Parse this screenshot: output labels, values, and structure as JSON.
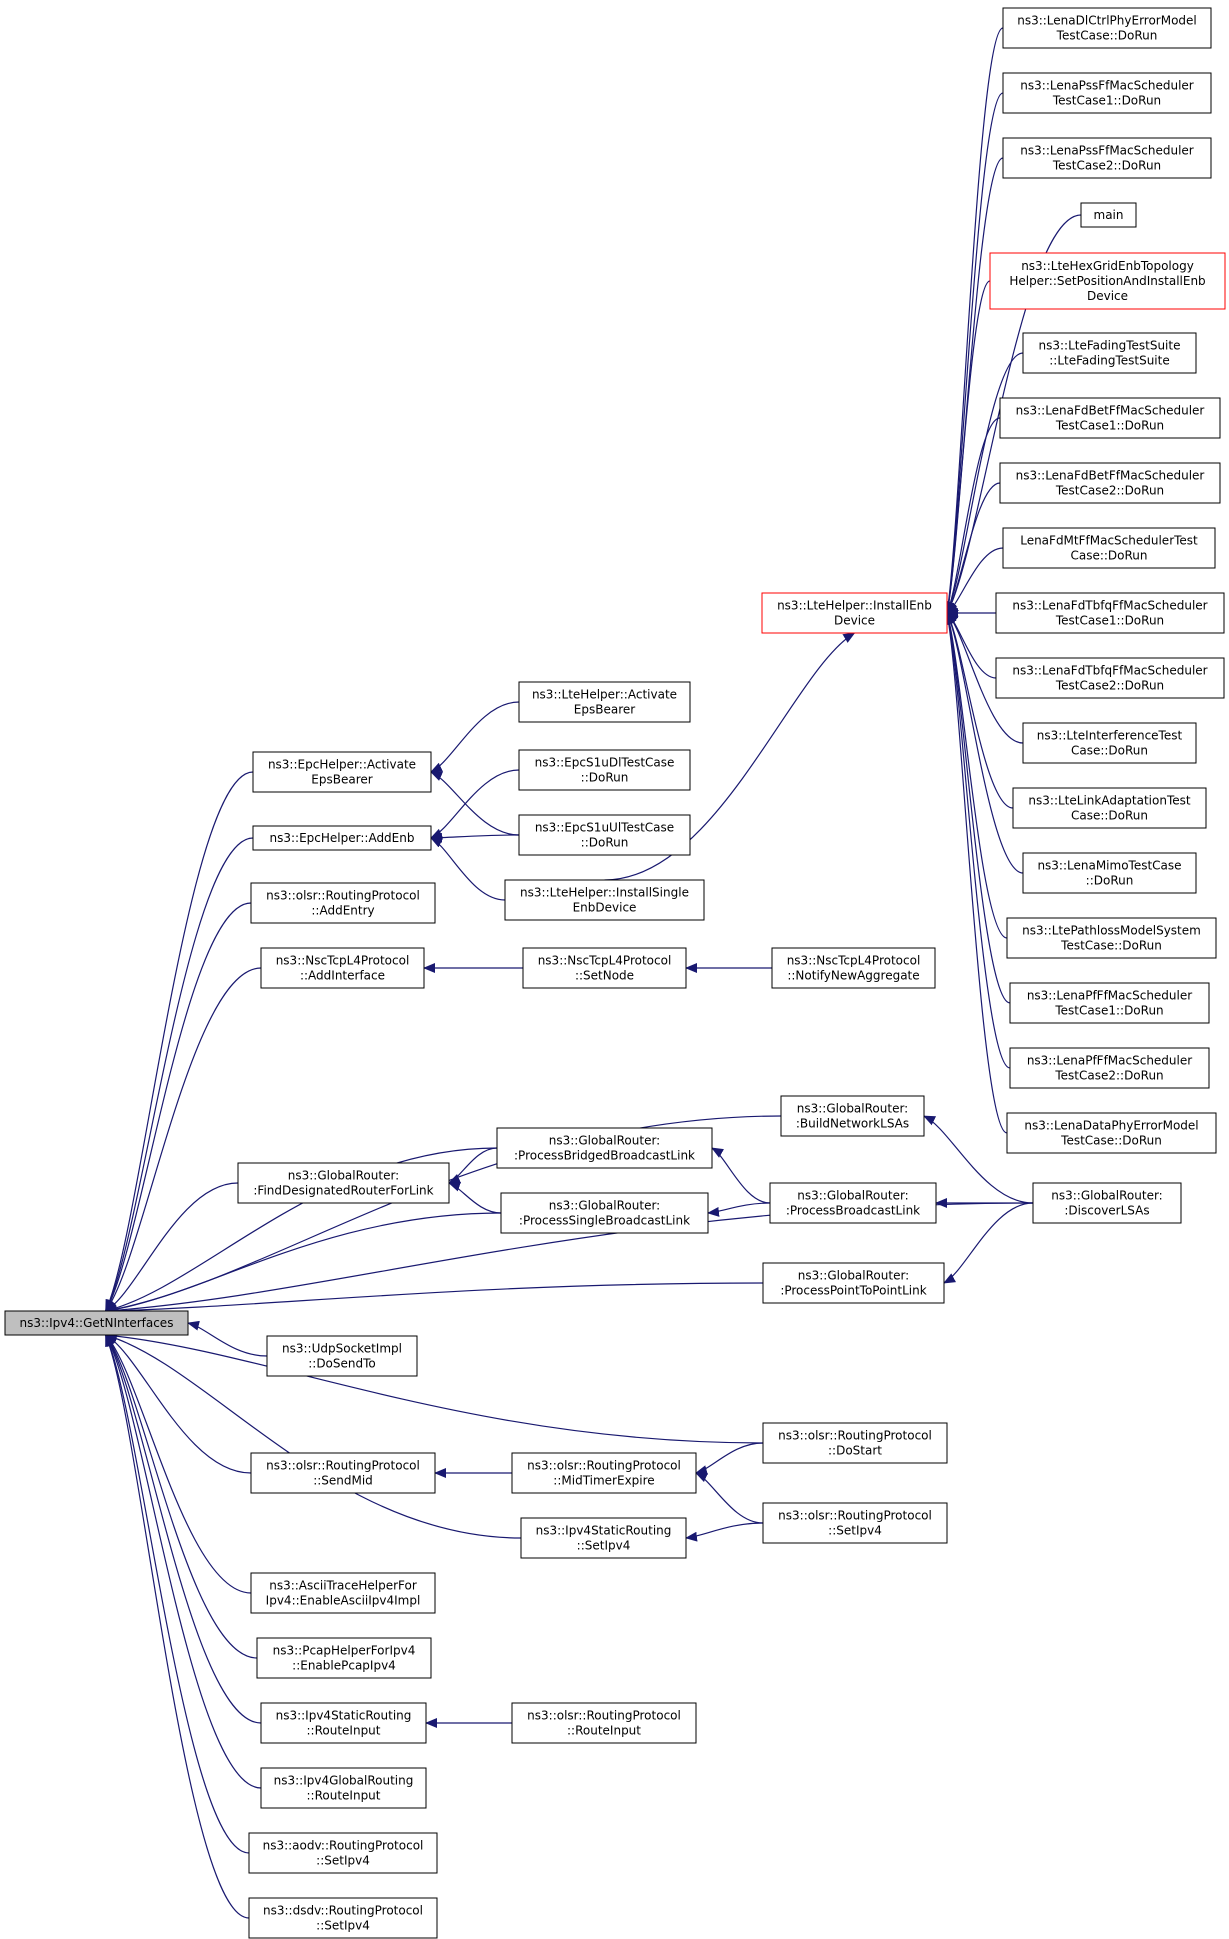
{
  "graph": {
    "colors": {
      "edge": "#191970",
      "node_border": "#000000",
      "node_border_highlight": "#ff0000",
      "root_fill": "#bfbfbf",
      "node_fill": "#ffffff"
    },
    "root": {
      "id": "root",
      "lines": [
        "ns3::Ipv4::GetNInterfaces"
      ]
    },
    "nodes": [
      {
        "id": "n1",
        "lines": [
          "ns3::LenaDlCtrlPhyErrorModel",
          "TestCase::DoRun"
        ]
      },
      {
        "id": "n2",
        "lines": [
          "ns3::LenaPssFfMacScheduler",
          "TestCase1::DoRun"
        ]
      },
      {
        "id": "n3",
        "lines": [
          "ns3::LenaPssFfMacScheduler",
          "TestCase2::DoRun"
        ]
      },
      {
        "id": "n4",
        "lines": [
          "main"
        ]
      },
      {
        "id": "n5",
        "lines": [
          "ns3::LteHexGridEnbTopology",
          "Helper::SetPositionAndInstallEnb",
          "Device"
        ],
        "highlight": true
      },
      {
        "id": "n6",
        "lines": [
          "ns3::LteFadingTestSuite",
          "::LteFadingTestSuite"
        ]
      },
      {
        "id": "n7",
        "lines": [
          "ns3::LenaFdBetFfMacScheduler",
          "TestCase1::DoRun"
        ]
      },
      {
        "id": "n8",
        "lines": [
          "ns3::LenaFdBetFfMacScheduler",
          "TestCase2::DoRun"
        ]
      },
      {
        "id": "n9",
        "lines": [
          "LenaFdMtFfMacSchedulerTest",
          "Case::DoRun"
        ]
      },
      {
        "id": "n10",
        "lines": [
          "ns3::LenaFdTbfqFfMacScheduler",
          "TestCase1::DoRun"
        ]
      },
      {
        "id": "n11",
        "lines": [
          "ns3::LenaFdTbfqFfMacScheduler",
          "TestCase2::DoRun"
        ]
      },
      {
        "id": "n12",
        "lines": [
          "ns3::LteInterferenceTest",
          "Case::DoRun"
        ]
      },
      {
        "id": "n13",
        "lines": [
          "ns3::LteLinkAdaptationTest",
          "Case::DoRun"
        ]
      },
      {
        "id": "n14",
        "lines": [
          "ns3::LenaMimoTestCase",
          "::DoRun"
        ]
      },
      {
        "id": "n15",
        "lines": [
          "ns3::LtePathlossModelSystem",
          "TestCase::DoRun"
        ]
      },
      {
        "id": "n16",
        "lines": [
          "ns3::LenaPfFfMacScheduler",
          "TestCase1::DoRun"
        ]
      },
      {
        "id": "n17",
        "lines": [
          "ns3::LenaPfFfMacScheduler",
          "TestCase2::DoRun"
        ]
      },
      {
        "id": "n18",
        "lines": [
          "ns3::LenaDataPhyErrorModel",
          "TestCase::DoRun"
        ]
      },
      {
        "id": "lteInstallEnb",
        "lines": [
          "ns3::LteHelper::InstallEnb",
          "Device"
        ],
        "highlight": true
      },
      {
        "id": "lteActivate",
        "lines": [
          "ns3::LteHelper::Activate",
          "EpsBearer"
        ]
      },
      {
        "id": "epcActivate",
        "lines": [
          "ns3::EpcHelper::Activate",
          "EpsBearer"
        ]
      },
      {
        "id": "epcDl",
        "lines": [
          "ns3::EpcS1uDlTestCase",
          "::DoRun"
        ]
      },
      {
        "id": "epcUl",
        "lines": [
          "ns3::EpcS1uUlTestCase",
          "::DoRun"
        ]
      },
      {
        "id": "epcAddEnb",
        "lines": [
          "ns3::EpcHelper::AddEnb"
        ]
      },
      {
        "id": "lteInstallSingle",
        "lines": [
          "ns3::LteHelper::InstallSingle",
          "EnbDevice"
        ]
      },
      {
        "id": "olsrAddEntry",
        "lines": [
          "ns3::olsr::RoutingProtocol",
          "::AddEntry"
        ]
      },
      {
        "id": "nscAddIf",
        "lines": [
          "ns3::NscTcpL4Protocol",
          "::AddInterface"
        ]
      },
      {
        "id": "nscSetNode",
        "lines": [
          "ns3::NscTcpL4Protocol",
          "::SetNode"
        ]
      },
      {
        "id": "nscNotify",
        "lines": [
          "ns3::NscTcpL4Protocol",
          "::NotifyNewAggregate"
        ]
      },
      {
        "id": "grBuildNet",
        "lines": [
          "ns3::GlobalRouter:",
          ":BuildNetworkLSAs"
        ]
      },
      {
        "id": "grBridged",
        "lines": [
          "ns3::GlobalRouter:",
          ":ProcessBridgedBroadcastLink"
        ]
      },
      {
        "id": "grFindDR",
        "lines": [
          "ns3::GlobalRouter:",
          ":FindDesignatedRouterForLink"
        ]
      },
      {
        "id": "grSingle",
        "lines": [
          "ns3::GlobalRouter:",
          ":ProcessSingleBroadcastLink"
        ]
      },
      {
        "id": "grBcast",
        "lines": [
          "ns3::GlobalRouter:",
          ":ProcessBroadcastLink"
        ]
      },
      {
        "id": "grDiscover",
        "lines": [
          "ns3::GlobalRouter:",
          ":DiscoverLSAs"
        ]
      },
      {
        "id": "grP2P",
        "lines": [
          "ns3::GlobalRouter:",
          ":ProcessPointToPointLink"
        ]
      },
      {
        "id": "udpSend",
        "lines": [
          "ns3::UdpSocketImpl",
          "::DoSendTo"
        ]
      },
      {
        "id": "olsrDoStart",
        "lines": [
          "ns3::olsr::RoutingProtocol",
          "::DoStart"
        ]
      },
      {
        "id": "olsrSendMid",
        "lines": [
          "ns3::olsr::RoutingProtocol",
          "::SendMid"
        ]
      },
      {
        "id": "olsrMidTimer",
        "lines": [
          "ns3::olsr::RoutingProtocol",
          "::MidTimerExpire"
        ]
      },
      {
        "id": "ipv4StaticSet",
        "lines": [
          "ns3::Ipv4StaticRouting",
          "::SetIpv4"
        ]
      },
      {
        "id": "olsrSetIpv4",
        "lines": [
          "ns3::olsr::RoutingProtocol",
          "::SetIpv4"
        ]
      },
      {
        "id": "asciiTrace",
        "lines": [
          "ns3::AsciiTraceHelperFor",
          "Ipv4::EnableAsciiIpv4Impl"
        ]
      },
      {
        "id": "pcapHelper",
        "lines": [
          "ns3::PcapHelperForIpv4",
          "::EnablePcapIpv4"
        ]
      },
      {
        "id": "ipv4StaticRoute",
        "lines": [
          "ns3::Ipv4StaticRouting",
          "::RouteInput"
        ]
      },
      {
        "id": "olsrRoute",
        "lines": [
          "ns3::olsr::RoutingProtocol",
          "::RouteInput"
        ]
      },
      {
        "id": "ipv4GlobalRoute",
        "lines": [
          "ns3::Ipv4GlobalRouting",
          "::RouteInput"
        ]
      },
      {
        "id": "aodvSet",
        "lines": [
          "ns3::aodv::RoutingProtocol",
          "::SetIpv4"
        ]
      },
      {
        "id": "dsdvSet",
        "lines": [
          "ns3::dsdv::RoutingProtocol",
          "::SetIpv4"
        ]
      }
    ],
    "edges": [
      [
        "n1",
        "lteInstallEnb"
      ],
      [
        "n2",
        "lteInstallEnb"
      ],
      [
        "n3",
        "lteInstallEnb"
      ],
      [
        "n4",
        "lteInstallEnb"
      ],
      [
        "n5",
        "lteInstallEnb"
      ],
      [
        "n6",
        "lteInstallEnb"
      ],
      [
        "n7",
        "lteInstallEnb"
      ],
      [
        "n8",
        "lteInstallEnb"
      ],
      [
        "n9",
        "lteInstallEnb"
      ],
      [
        "n10",
        "lteInstallEnb"
      ],
      [
        "n11",
        "lteInstallEnb"
      ],
      [
        "n12",
        "lteInstallEnb"
      ],
      [
        "n13",
        "lteInstallEnb"
      ],
      [
        "n14",
        "lteInstallEnb"
      ],
      [
        "n15",
        "lteInstallEnb"
      ],
      [
        "n16",
        "lteInstallEnb"
      ],
      [
        "n17",
        "lteInstallEnb"
      ],
      [
        "n18",
        "lteInstallEnb"
      ],
      [
        "lteInstallSingle",
        "lteInstallEnb"
      ],
      [
        "lteActivate",
        "epcActivate"
      ],
      [
        "epcUl",
        "epcActivate"
      ],
      [
        "epcDl",
        "epcAddEnb"
      ],
      [
        "epcUl",
        "epcAddEnb"
      ],
      [
        "lteInstallSingle",
        "epcAddEnb"
      ],
      [
        "nscSetNode",
        "nscAddIf"
      ],
      [
        "nscNotify",
        "nscSetNode"
      ],
      [
        "grBcast",
        "grBridged"
      ],
      [
        "grDiscover",
        "grBcast"
      ],
      [
        "grBcast",
        "grSingle"
      ],
      [
        "grBridged",
        "grFindDR"
      ],
      [
        "grSingle",
        "grFindDR"
      ],
      [
        "grDiscover",
        "grBuildNet"
      ],
      [
        "grDiscover",
        "grP2P"
      ],
      [
        "olsrMidTimer",
        "olsrSendMid"
      ],
      [
        "olsrDoStart",
        "olsrMidTimer"
      ],
      [
        "olsrSetIpv4",
        "olsrMidTimer"
      ],
      [
        "olsrSetIpv4",
        "ipv4StaticSet"
      ],
      [
        "olsrRoute",
        "ipv4StaticRoute"
      ],
      [
        "epcActivate",
        "root"
      ],
      [
        "epcAddEnb",
        "root"
      ],
      [
        "olsrAddEntry",
        "root"
      ],
      [
        "nscAddIf",
        "root"
      ],
      [
        "grDiscover",
        "root"
      ],
      [
        "grBuildNet",
        "root"
      ],
      [
        "grBridged",
        "root"
      ],
      [
        "grFindDR",
        "root"
      ],
      [
        "grSingle",
        "root"
      ],
      [
        "grP2P",
        "root"
      ],
      [
        "udpSend",
        "root"
      ],
      [
        "olsrDoStart",
        "root"
      ],
      [
        "olsrSendMid",
        "root"
      ],
      [
        "ipv4StaticSet",
        "root"
      ],
      [
        "asciiTrace",
        "root"
      ],
      [
        "pcapHelper",
        "root"
      ],
      [
        "ipv4StaticRoute",
        "root"
      ],
      [
        "ipv4GlobalRoute",
        "root"
      ],
      [
        "aodvSet",
        "root"
      ],
      [
        "dsdvSet",
        "root"
      ]
    ]
  }
}
